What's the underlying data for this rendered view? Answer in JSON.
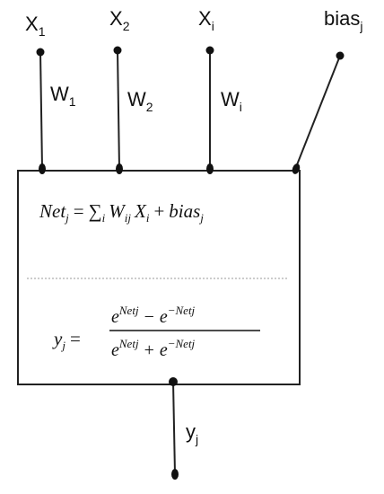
{
  "inputs": [
    {
      "name": "X",
      "sub": "1",
      "weight": "W",
      "weight_sub": "1"
    },
    {
      "name": "X",
      "sub": "2",
      "weight": "W",
      "weight_sub": "2"
    },
    {
      "name": "X",
      "sub": "i",
      "weight": "W",
      "weight_sub": "i"
    }
  ],
  "bias": {
    "name": "bias",
    "sub": "j"
  },
  "output": {
    "name": "y",
    "sub": "j"
  },
  "net_equation": {
    "lhs": "Net",
    "lhs_sub": "j",
    "equals": "=",
    "sigma": "∑",
    "sigma_sub": "i",
    "w": "W",
    "w_sub": "ij",
    "x": "X",
    "x_sub": "i",
    "plus": "+",
    "bias": "bias",
    "bias_sub": "j"
  },
  "activation_equation": {
    "lhs": "y",
    "lhs_sub": "j",
    "equals": "=",
    "numerator_a": "e",
    "numerator_a_exp": "Netj",
    "numerator_op": "−",
    "numerator_b": "e",
    "numerator_b_exp": "−Netj",
    "denominator_a": "e",
    "denominator_a_exp": "Netj",
    "denominator_op": "+",
    "denominator_b": "e",
    "denominator_b_exp": "−Netj"
  }
}
